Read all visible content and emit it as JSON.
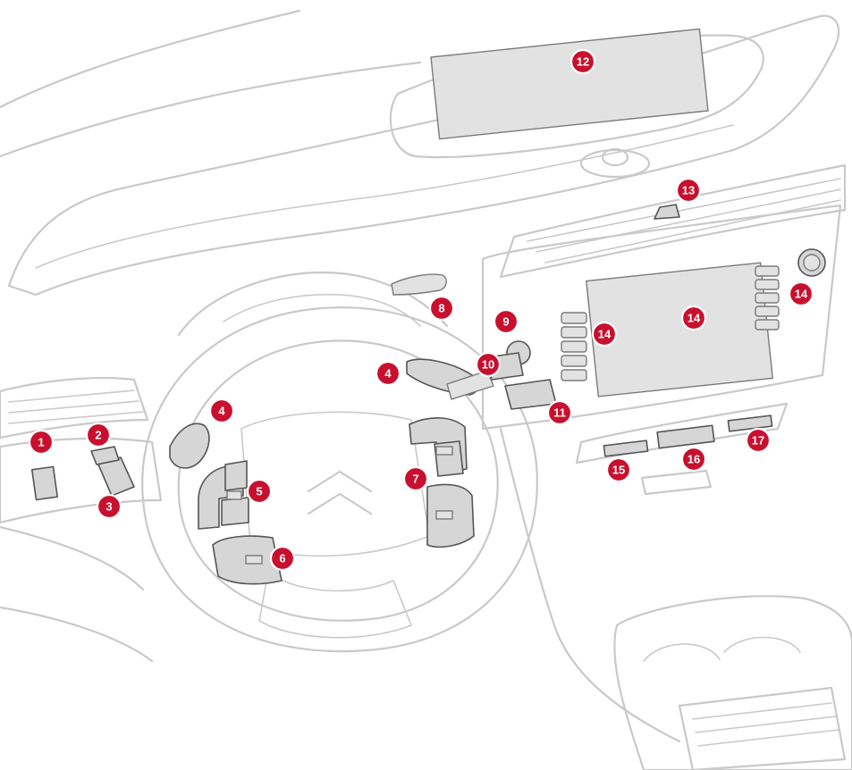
{
  "colors": {
    "callout_fill": "#c8102e",
    "callout_text": "#ffffff",
    "outline": "#c9c9c9",
    "highlight_fill": "#d6d6d6",
    "highlight_stroke": "#555555"
  },
  "callouts": [
    {
      "id": "c1",
      "label": "1"
    },
    {
      "id": "c2",
      "label": "2"
    },
    {
      "id": "c3",
      "label": "3"
    },
    {
      "id": "c4a",
      "label": "4"
    },
    {
      "id": "c4b",
      "label": "4"
    },
    {
      "id": "c5",
      "label": "5"
    },
    {
      "id": "c6",
      "label": "6"
    },
    {
      "id": "c7",
      "label": "7"
    },
    {
      "id": "c8",
      "label": "8"
    },
    {
      "id": "c9",
      "label": "9"
    },
    {
      "id": "c10",
      "label": "10"
    },
    {
      "id": "c11",
      "label": "11"
    },
    {
      "id": "c12",
      "label": "12"
    },
    {
      "id": "c13",
      "label": "13"
    },
    {
      "id": "c14a",
      "label": "14"
    },
    {
      "id": "c14b",
      "label": "14"
    },
    {
      "id": "c14c",
      "label": "14"
    },
    {
      "id": "c15",
      "label": "15"
    },
    {
      "id": "c16",
      "label": "16"
    },
    {
      "id": "c17",
      "label": "17"
    }
  ]
}
